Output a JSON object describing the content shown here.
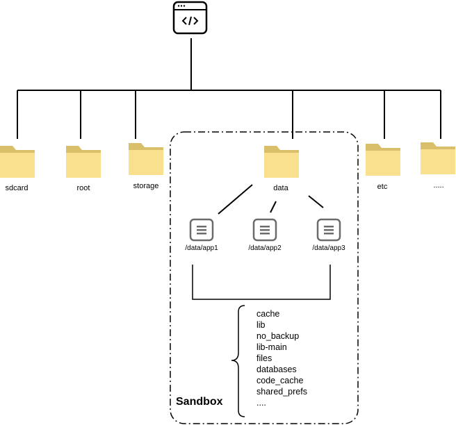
{
  "diagram": {
    "root_icon": "code-window-icon",
    "folders": [
      {
        "id": "sdcard",
        "label": "sdcard"
      },
      {
        "id": "root",
        "label": "root"
      },
      {
        "id": "storage",
        "label": "storage"
      },
      {
        "id": "data",
        "label": "data"
      },
      {
        "id": "etc",
        "label": "etc"
      },
      {
        "id": "more",
        "label": "....."
      }
    ],
    "apps": [
      {
        "id": "app1",
        "label": "/data/app1"
      },
      {
        "id": "app2",
        "label": "/data/app2"
      },
      {
        "id": "app3",
        "label": "/data/app3"
      }
    ],
    "sandbox": {
      "title": "Sandbox",
      "items": [
        "cache",
        "lib",
        "no_backup",
        "lib-main",
        "files",
        "databases",
        "code_cache",
        "shared_prefs",
        "...."
      ]
    },
    "colors": {
      "folder_front": "#f9e08f",
      "folder_back": "#d9bf6a",
      "line": "#000000",
      "doc_icon": "#6b6b6b"
    }
  }
}
